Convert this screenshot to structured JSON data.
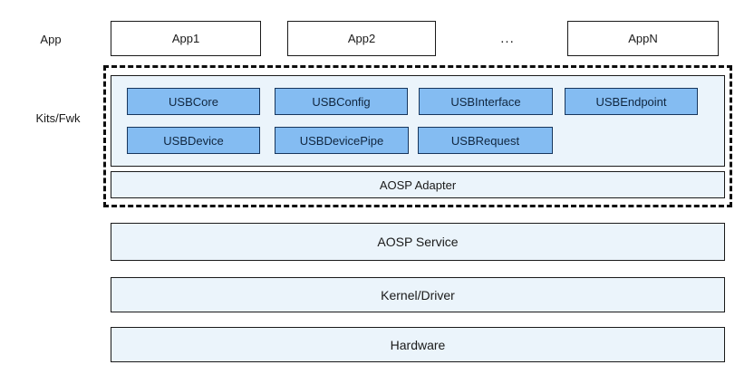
{
  "diagram": {
    "title_hint": "USB framework architecture stack",
    "side_labels": {
      "app": "App",
      "kits": "Kits/Fwk"
    },
    "app_row": {
      "boxes": [
        "App1",
        "App2",
        "AppN"
      ],
      "ellipsis": "..."
    },
    "kits": {
      "row1": [
        "USBCore",
        "USBConfig",
        "USBInterface",
        "USBEndpoint"
      ],
      "row2": [
        "USBDevice",
        "USBDevicePipe",
        "USBRequest"
      ],
      "adapter": "AOSP Adapter"
    },
    "stack": [
      "AOSP Service",
      "Kernel/Driver",
      "Hardware"
    ],
    "colors": {
      "module_blue": "#84bcf2",
      "module_border": "#17365d",
      "panel_light": "#ebf4fb",
      "panel_border": "#1a1a1a",
      "dashed_border": "#0d0d0d",
      "background": "#ffffff",
      "text": "#1a1a1a"
    }
  }
}
